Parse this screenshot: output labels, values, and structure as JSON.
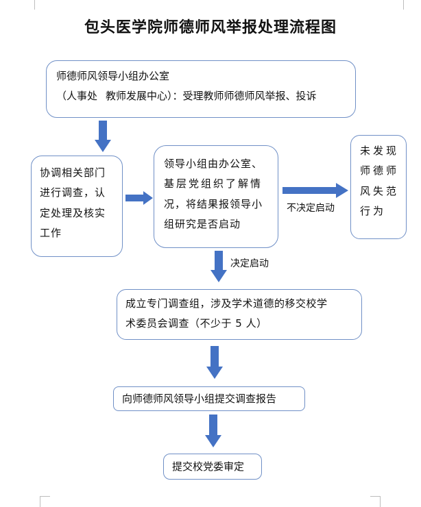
{
  "title": "包头医学院师德师风举报处理流程图",
  "nodes": {
    "office": {
      "line1": "师德师风领导小组办公室",
      "line2a": "（人事处",
      "line2b": "教师发展中心）：受理教师师德师风举报、投诉"
    },
    "coordinate": {
      "line1": "协调相关部门",
      "line2": "进行调查，认",
      "line3": "定处理及核实",
      "line4": "工作"
    },
    "leadership": {
      "line1": "领导小组由办公室、",
      "line2": "基层党组织了解情",
      "line3": "况，将结果报领导小",
      "line4": "组研究是否启动"
    },
    "no_violation": {
      "line1": "未发现",
      "line2": "师德师",
      "line3": "风失范",
      "line4": "行为"
    },
    "investigation": {
      "line1": "成立专门调查组，涉及学术道德的移交校学",
      "line2": "术委员会调查（不少于 5 人）"
    },
    "report": {
      "text": "向师德师风领导小组提交调查报告"
    },
    "submit": {
      "text": "提交校党委审定"
    }
  },
  "edges": {
    "not_start": "不决定启动",
    "start": "决定启动"
  },
  "colors": {
    "border": "#6f8fc6",
    "arrow": "#4472c4"
  }
}
